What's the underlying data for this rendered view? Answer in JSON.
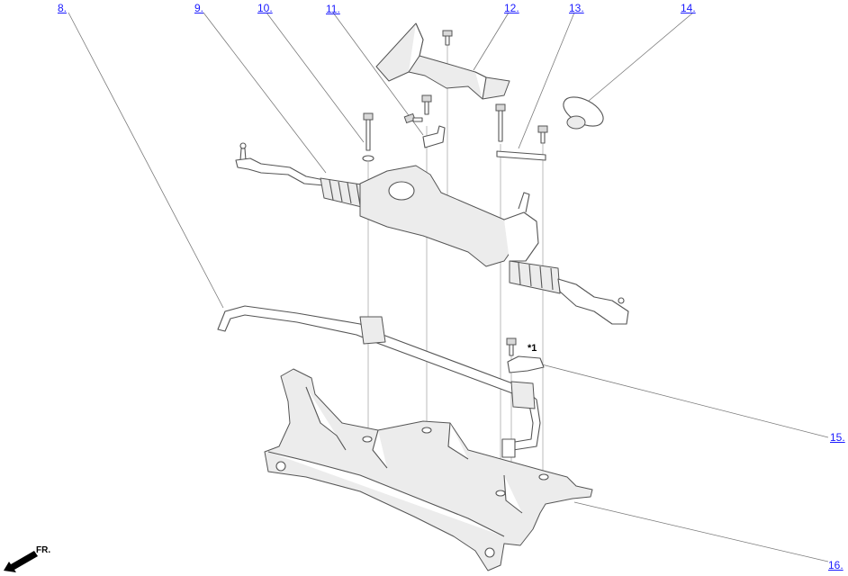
{
  "callouts": [
    {
      "id": "8",
      "label": "8."
    },
    {
      "id": "9",
      "label": "9."
    },
    {
      "id": "10",
      "label": "10."
    },
    {
      "id": "11",
      "label": "11."
    },
    {
      "id": "12",
      "label": "12."
    },
    {
      "id": "13",
      "label": "13."
    },
    {
      "id": "14",
      "label": "14."
    },
    {
      "id": "15",
      "label": "15."
    },
    {
      "id": "16",
      "label": "16."
    }
  ],
  "note": "*1",
  "direction_label": "FR.",
  "colors": {
    "link": "#1a1aff",
    "line": "#7a7a7a",
    "outline": "#555555"
  }
}
